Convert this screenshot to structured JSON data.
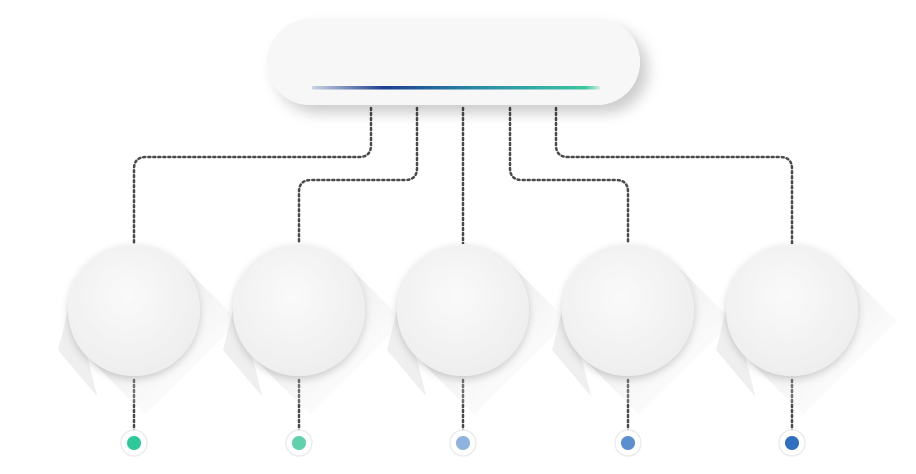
{
  "diagram": {
    "type": "hierarchy-infographic",
    "header": {
      "label": "",
      "accent_gradient": [
        "#1e3f8f",
        "#2c8fa8",
        "#3cc7a0"
      ]
    },
    "nodes": [
      {
        "id": "node-1",
        "label": "",
        "dot_color": "#2ec99a"
      },
      {
        "id": "node-2",
        "label": "",
        "dot_color": "#5fd1ac"
      },
      {
        "id": "node-3",
        "label": "",
        "dot_color": "#8eb3de"
      },
      {
        "id": "node-4",
        "label": "",
        "dot_color": "#5b8fd0"
      },
      {
        "id": "node-5",
        "label": "",
        "dot_color": "#2f6fc0"
      }
    ],
    "connector_color": "#4a4a4a",
    "circle_fill": "#f3f3f3",
    "shadow_color": "#bdbdbd"
  }
}
